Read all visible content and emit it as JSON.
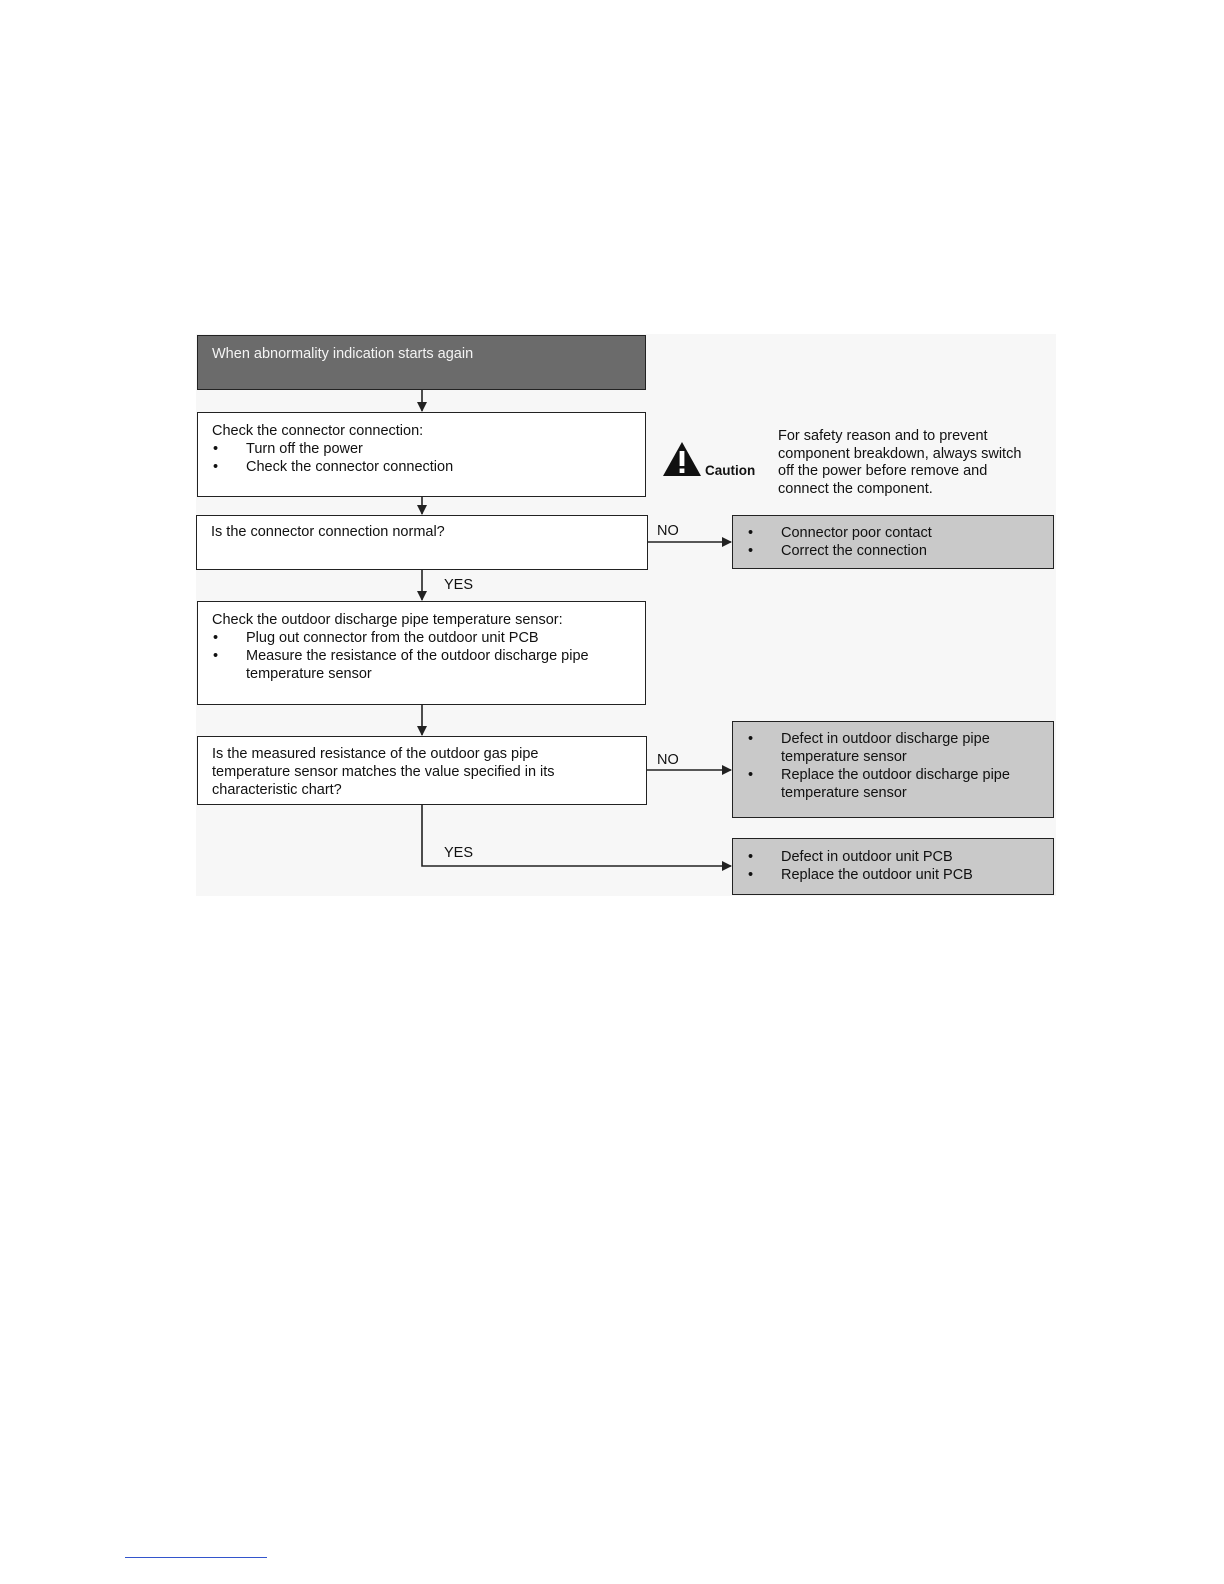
{
  "flowchart": {
    "start": {
      "text": "When abnormality indication starts again"
    },
    "check_connector": {
      "heading": "Check the connector connection:",
      "items": [
        "Turn off the power",
        "Check the connector connection"
      ]
    },
    "caution": {
      "label": "Caution",
      "icon": "warning-triangle-icon",
      "note": "For safety reason and to prevent component breakdown, always switch off the power before remove and connect the component."
    },
    "decision_connector": {
      "text": "Is the connector connection normal?"
    },
    "result_connector": {
      "items": [
        "Connector poor contact",
        "Correct the connection"
      ]
    },
    "check_sensor": {
      "heading": "Check the outdoor discharge pipe temperature sensor:",
      "items": [
        "Plug out connector from the outdoor unit PCB",
        "Measure the resistance of the outdoor discharge pipe temperature sensor"
      ]
    },
    "decision_resistance": {
      "text": "Is the measured resistance of the outdoor gas pipe temperature sensor matches the value specified in its characteristic chart?"
    },
    "result_sensor": {
      "items": [
        "Defect in outdoor discharge pipe temperature sensor",
        "Replace the outdoor discharge pipe temperature sensor"
      ]
    },
    "result_pcb": {
      "items": [
        "Defect in outdoor unit PCB",
        "Replace the outdoor unit PCB"
      ]
    },
    "labels": {
      "yes": "YES",
      "no": "NO"
    },
    "colors": {
      "start_fill": "#6b6b6b",
      "result_fill": "#c9c9c9",
      "line": "#222222"
    }
  }
}
